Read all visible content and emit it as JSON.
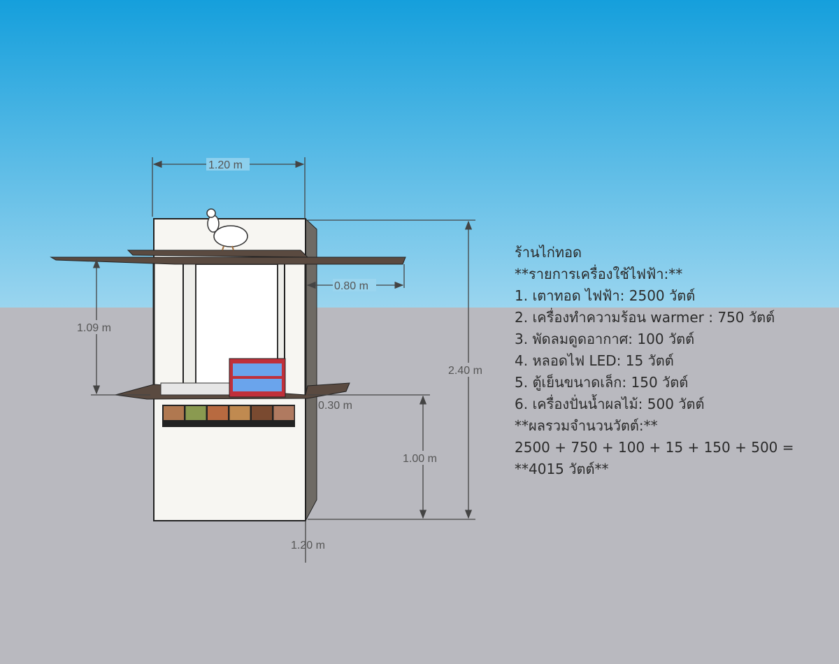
{
  "colors": {
    "sky_top": "#159fdc",
    "sky_bottom": "#9ad5ef",
    "ground": "#b9b9bf",
    "roof": "#5a4a40",
    "warmer": "#c0303a"
  },
  "dimensions": {
    "top_width": "1.20 m",
    "total_height": "2.40 m",
    "canopy_depth": "0.80 m",
    "window_height": "1.09 m",
    "counter_depth": "0.30 m",
    "counter_height": "1.00 m",
    "bottom_depth": "1.20 m"
  },
  "info": {
    "title": "ร้านไก่ทอด",
    "list_heading": "**รายการเครื่องใช้ไฟฟ้า:**",
    "items": [
      "1. เตาทอด ไฟฟ้า: 2500 วัตต์",
      "2. เครื่องทำความร้อน warmer : 750 วัตต์",
      "3. พัดลมดูดอากาศ: 100 วัตต์",
      "4. หลอดไฟ LED: 15 วัตต์",
      "5. ตู้เย็นขนาดเล็ก: 150 วัตต์",
      "6. เครื่องปั่นน้ำผลไม้: 500 วัตต์"
    ],
    "total_heading": "**ผลรวมจำนวนวัตต์:**",
    "equation": "2500 + 750 + 100 + 15 + 150 + 500 =",
    "total": "**4015 วัตต์**"
  }
}
